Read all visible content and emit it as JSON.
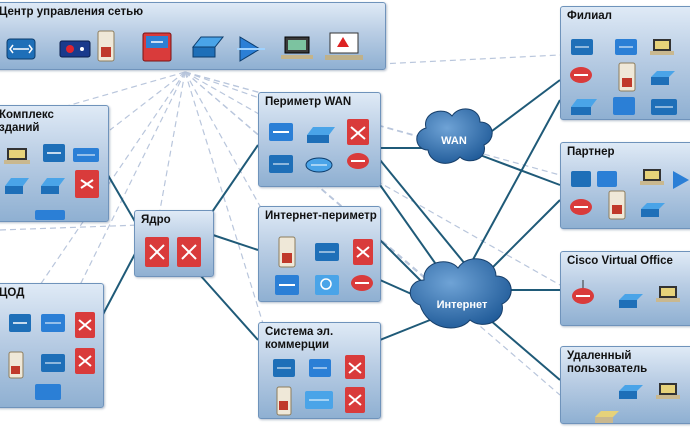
{
  "boxes": {
    "noc": {
      "title": "Центр управления сетью"
    },
    "campus": {
      "title": "Комплекс\nзданий"
    },
    "dc": {
      "title": "ЦОД"
    },
    "core": {
      "title": "Ядро"
    },
    "wan_edge": {
      "title": "Периметр WAN"
    },
    "inet_edge": {
      "title": "Интернет-периметр"
    },
    "ecommerce": {
      "title": "Система эл.\nкоммерции"
    },
    "branch": {
      "title": "Филиал"
    },
    "partner": {
      "title": "Партнер"
    },
    "virtual_office": {
      "title": "Cisco Virtual Office"
    },
    "remote_user": {
      "title": "Удаленный\nпользователь"
    }
  },
  "clouds": {
    "wan": {
      "label": "WAN"
    },
    "internet": {
      "label": "Интернет"
    }
  },
  "colors": {
    "solid_link": "#1f5a78",
    "dashed_link": "#b9c6dc",
    "cloud": "#2f6aa6",
    "box_border": "#6f93bb"
  }
}
